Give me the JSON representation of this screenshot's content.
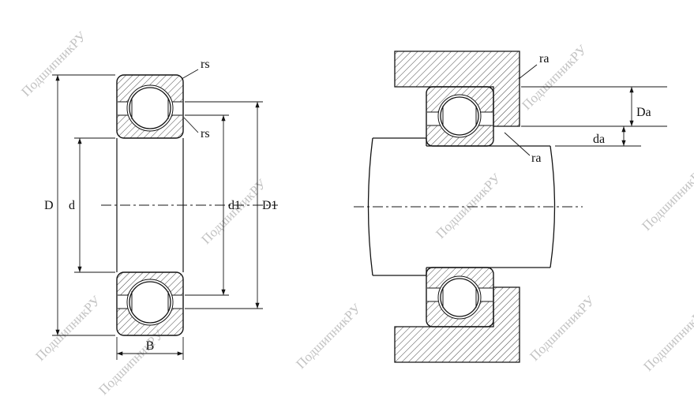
{
  "drawing": {
    "watermark_text": "ПодшипникРУ",
    "left_view": {
      "dim_D": "D",
      "dim_d": "d",
      "dim_d1": "d1",
      "dim_D1": "D1",
      "dim_B": "B",
      "rs_outer": "rs",
      "rs_inner": "rs"
    },
    "right_view": {
      "ra_top": "ra",
      "ra_mid": "ra",
      "dim_Da": "Da",
      "dim_da": "da"
    },
    "colors": {
      "ink": "#141414",
      "watermark": "#c3c3c3",
      "background": "#ffffff"
    }
  }
}
